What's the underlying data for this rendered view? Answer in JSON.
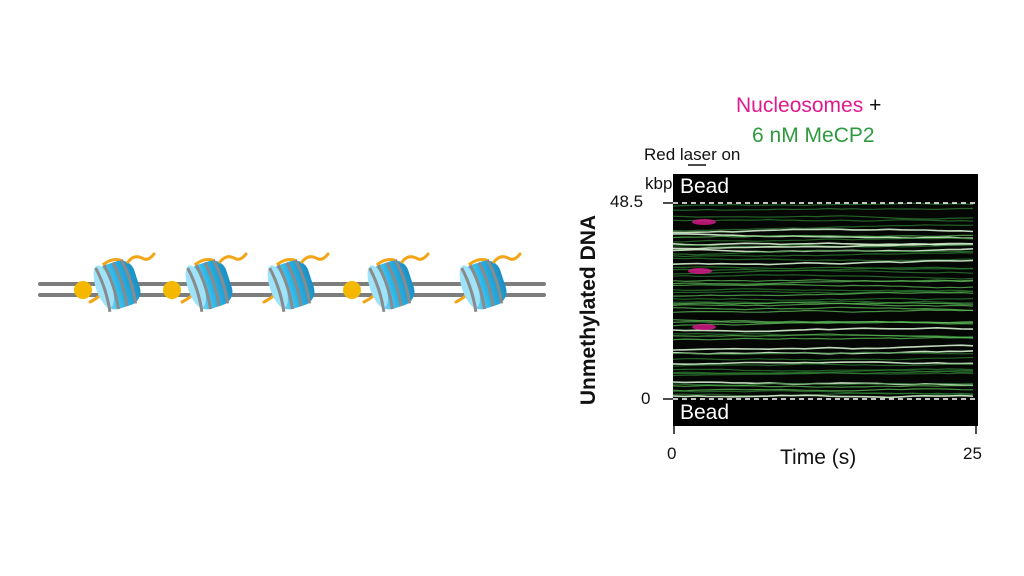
{
  "title": {
    "part1": "Nucleosomes",
    "part2": "+",
    "part3": "6 nM MeCP2",
    "colors": {
      "nucleosomes": "#e0198f",
      "mecp2": "#2f9a3f"
    }
  },
  "annotation": "Red laser on",
  "kymograph": {
    "y_unit": "kbp",
    "y_top": "48.5",
    "y_bottom": "0",
    "y_label": "Unmethylated DNA",
    "x_min": "0",
    "x_max": "25",
    "x_label": "Time (s)",
    "bead_top": "Bead",
    "bead_bottom": "Bead"
  },
  "schematic": {
    "nucleosome_count": 5,
    "colors": {
      "histone": "#2bb6e8",
      "dna": "#8a8a8a",
      "tail": "#f2a516",
      "protein": "#f5b800"
    }
  }
}
